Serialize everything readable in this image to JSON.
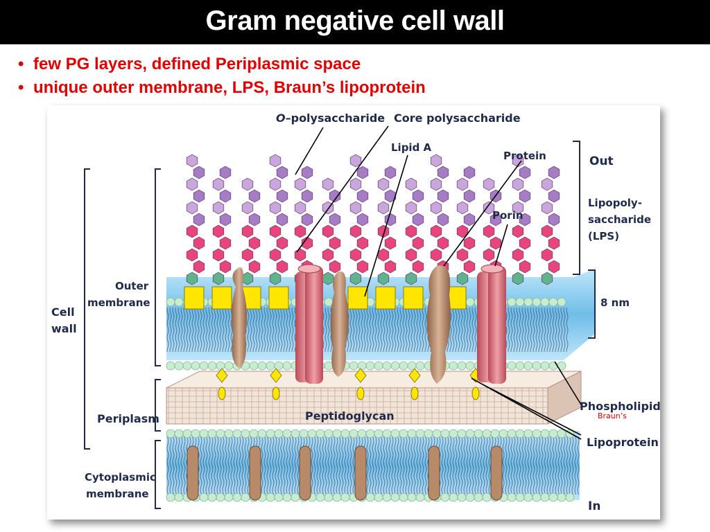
{
  "slide": {
    "title": "Gram negative cell wall",
    "bullets": [
      "few PG layers, defined Periplasmic space",
      "unique outer membrane, LPS, Braun’s lipoprotein"
    ]
  },
  "diagram": {
    "labels": {
      "o_poly_prefix": "O",
      "o_poly_suffix": "–polysaccharide",
      "core_poly": "Core polysaccharide",
      "lipid_a": "Lipid A",
      "protein": "Protein",
      "porin": "Porin",
      "out": "Out",
      "lps_line1": "Lipopoly-",
      "lps_line2": "saccharide",
      "lps_line3": "(LPS)",
      "thickness": "8 nm",
      "outer_line1": "Outer",
      "outer_line2": "membrane",
      "cell_line1": "Cell",
      "cell_line2": "wall",
      "periplasm": "Periplasm",
      "peptidoglycan": "Peptidoglycan",
      "phospholipid": "Phospholipid",
      "brauns": "Braun’s",
      "lipoprotein": "Lipoprotein",
      "cyto_line1": "Cytoplasmic",
      "cyto_line2": "membrane",
      "in": "In"
    },
    "colors": {
      "o_chain_purple": "#a67cc4",
      "o_chain_lavender": "#c9a6dc",
      "core_pink": "#e8457d",
      "core_green": "#5fb48d",
      "lipid_a_yellow": "#ffe600",
      "membrane_blue": "#7cc6ec",
      "head_green": "#c9ecd0",
      "porin_pink": "#d8707a",
      "protein_brown": "#b78a6a",
      "peptidoglycan": "#eedfd2",
      "label_navy": "#1f2a4a",
      "bullet_red": "#e00000",
      "brauns_red": "#e00000"
    }
  }
}
